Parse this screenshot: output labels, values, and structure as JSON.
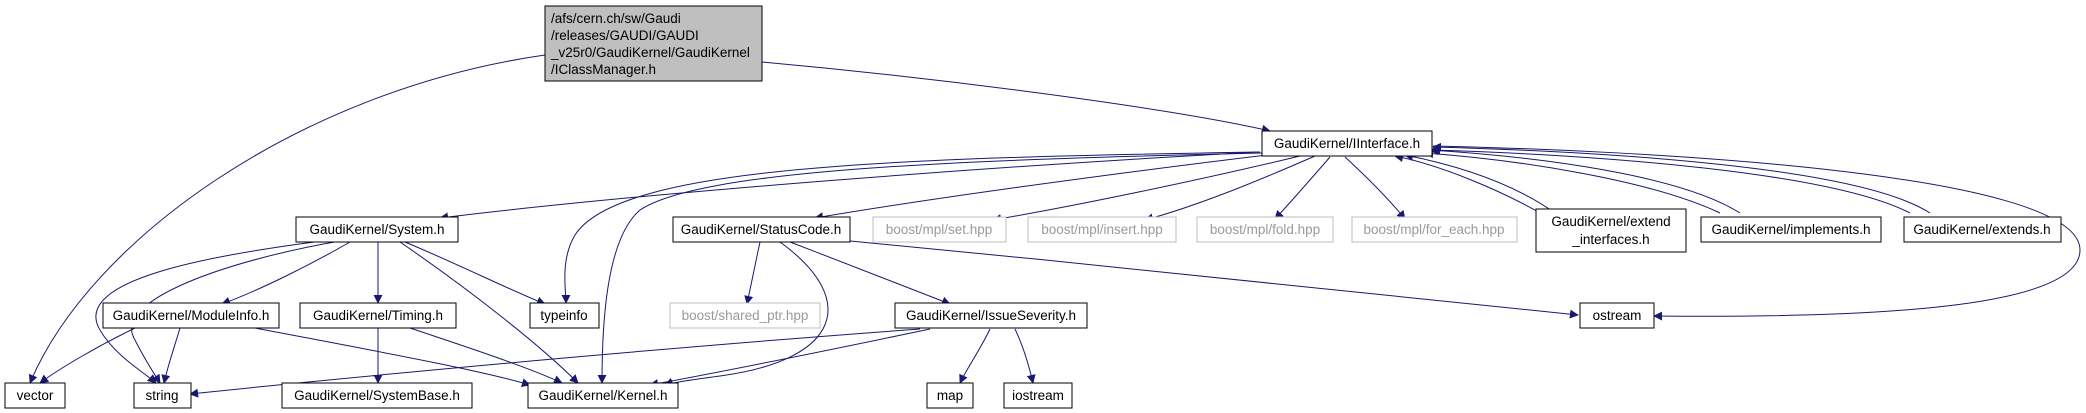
{
  "graph": {
    "root": {
      "lines": [
        "/afs/cern.ch/sw/Gaudi",
        "/releases/GAUDI/GAUDI",
        "_v25r0/GaudiKernel/GaudiKernel",
        "/IClassManager.h"
      ]
    },
    "nodes": {
      "iinterface": "GaudiKernel/IInterface.h",
      "system": "GaudiKernel/System.h",
      "statuscode": "GaudiKernel/StatusCode.h",
      "mpl_set": "boost/mpl/set.hpp",
      "mpl_insert": "boost/mpl/insert.hpp",
      "mpl_fold": "boost/mpl/fold.hpp",
      "mpl_foreach": "boost/mpl/for_each.hpp",
      "extend_interfaces": [
        "GaudiKernel/extend",
        "_interfaces.h"
      ],
      "implements": "GaudiKernel/implements.h",
      "extends": "GaudiKernel/extends.h",
      "moduleinfo": "GaudiKernel/ModuleInfo.h",
      "timing": "GaudiKernel/Timing.h",
      "typeinfo": "typeinfo",
      "shared_ptr": "boost/shared_ptr.hpp",
      "issueseverity": "GaudiKernel/IssueSeverity.h",
      "ostream": "ostream",
      "vector": "vector",
      "string": "string",
      "systembase": "GaudiKernel/SystemBase.h",
      "kernel": "GaudiKernel/Kernel.h",
      "map": "map",
      "iostream": "iostream"
    },
    "colors": {
      "edge": "#191970",
      "root_fill": "#bfbfbf",
      "node_border": "#000000",
      "ext_border": "#bfbfbf",
      "ext_text": "#9a9a9a"
    }
  }
}
